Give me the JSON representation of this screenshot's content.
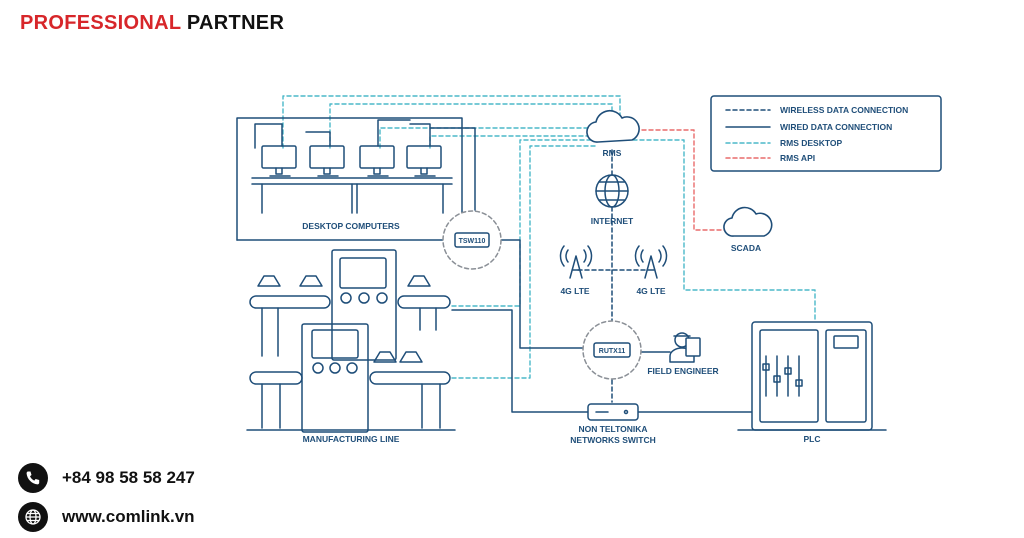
{
  "header": {
    "word1": "PROFESSIONAL",
    "word2": "PARTNER",
    "accent_color": "#d7262a"
  },
  "legend": [
    {
      "label": "WIRELESS DATA CONNECTION",
      "style": "dashed",
      "color": "#1f4e79"
    },
    {
      "label": "WIRED DATA CONNECTION",
      "style": "solid",
      "color": "#1f4e79"
    },
    {
      "label": "RMS DESKTOP",
      "style": "dashed",
      "color": "#4bb8c9"
    },
    {
      "label": "RMS API",
      "style": "dashed",
      "color": "#e96b6b"
    }
  ],
  "nodes": {
    "desktop": "DESKTOP COMPUTERS",
    "manufacturing": "MANUFACTURING LINE",
    "rms": "RMS",
    "internet": "INTERNET",
    "scada": "SCADA",
    "lte_left": "4G LTE",
    "lte_right": "4G LTE",
    "tsw": "TSW110",
    "rutx": "RUTX11",
    "engineer": "FIELD ENGINEER",
    "switch_line1": "NON TELTONIKA",
    "switch_line2": "NETWORKS SWITCH",
    "plc": "PLC"
  },
  "contact": {
    "phone": "+84 98 58 58 247",
    "website": "www.comlink.vn",
    "phone_icon": "phone-icon",
    "globe_icon": "globe-icon"
  }
}
